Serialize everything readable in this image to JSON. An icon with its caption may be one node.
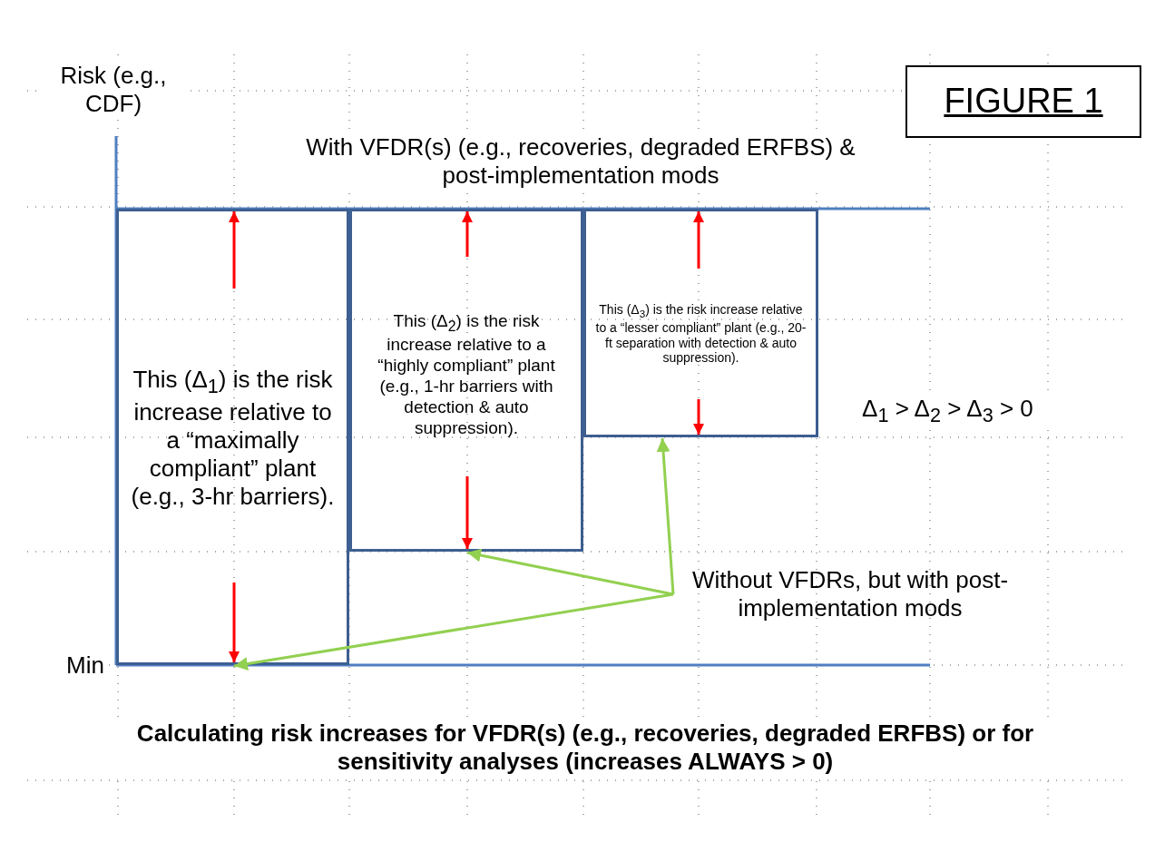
{
  "diagram": {
    "caption": "Calculating risk increases for VFDR(s) (e.g., recoveries, degraded ERFBS) or for sensitivity analyses (increases ALWAYS > 0)",
    "nodes": [
      {
        "text": [
          "FIGURE 1"
        ]
      },
      {
        "text": [
          "This (Δ$_{1}$) is the risk increase relative to a “maximally compliant” plant (e.g., 3-hr barriers)."
        ]
      },
      {
        "text": [
          "This (Δ$_{2}$) is the risk increase relative to a “highly compliant” plant (e.g., 1-hr barriers with detection & auto suppression)."
        ]
      },
      {
        "text": [
          "This (Δ$_{3}$) is the risk increase relative to a “lesser compliant” plant (e.g., 20-ft separation with detection & auto suppression)."
        ]
      },
      {
        "text": [
          "Without VFDRs, but with post-implementation mods"
        ]
      }
    ],
    "edges": [
      {
        "from": 4,
        "to": 2,
        "arrow": "to"
      },
      {
        "from": 4,
        "to": 3,
        "arrow": "to"
      },
      {
        "from": 4,
        "to": 1,
        "arrow": "to"
      }
    ],
    "labels": [
      "Risk (e.g., CDF)",
      "With VFDR(s) (e.g., recoveries, degraded ERFBS) & post-implementation mods",
      "Δ$_{1}$ > Δ$_{2}$ > Δ$_{3}$ > 0",
      "Min"
    ]
  }
}
